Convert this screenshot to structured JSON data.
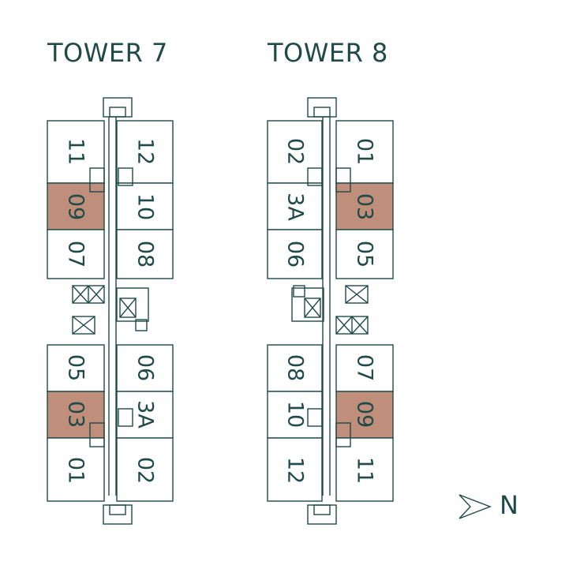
{
  "towers": [
    {
      "title": "TOWER 7",
      "units": [
        {
          "label": "11",
          "highlight": false
        },
        {
          "label": "09",
          "highlight": true
        },
        {
          "label": "07",
          "highlight": false
        },
        {
          "label": "12",
          "highlight": false
        },
        {
          "label": "10",
          "highlight": false
        },
        {
          "label": "08",
          "highlight": false
        },
        {
          "label": "05",
          "highlight": false
        },
        {
          "label": "03",
          "highlight": true
        },
        {
          "label": "01",
          "highlight": false
        },
        {
          "label": "06",
          "highlight": false
        },
        {
          "label": "3A",
          "highlight": false
        },
        {
          "label": "02",
          "highlight": false
        }
      ]
    },
    {
      "title": "TOWER 8",
      "units": [
        {
          "label": "02",
          "highlight": false
        },
        {
          "label": "3A",
          "highlight": false
        },
        {
          "label": "06",
          "highlight": false
        },
        {
          "label": "01",
          "highlight": false
        },
        {
          "label": "03",
          "highlight": true
        },
        {
          "label": "05",
          "highlight": false
        },
        {
          "label": "08",
          "highlight": false
        },
        {
          "label": "10",
          "highlight": false
        },
        {
          "label": "12",
          "highlight": false
        },
        {
          "label": "07",
          "highlight": false
        },
        {
          "label": "09",
          "highlight": true
        },
        {
          "label": "11",
          "highlight": false
        }
      ]
    }
  ],
  "north": {
    "label": "N",
    "icon": "north-arrow-icon"
  },
  "colors": {
    "line": "#1f4a47",
    "highlight": "#c08f7b",
    "background": "#ffffff"
  }
}
